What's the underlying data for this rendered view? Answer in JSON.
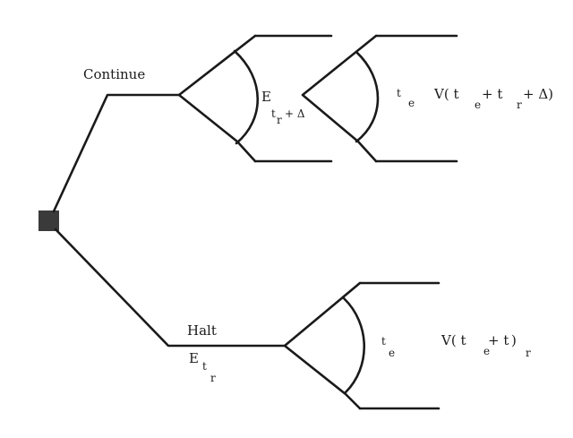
{
  "diagram": {
    "colors": {
      "ink": "#1a1a1a",
      "decision_node_fill": "#3a3a3a",
      "background": "#ffffff"
    },
    "icons": {
      "decision_node": "filled-square",
      "chance_node": "open-triangle-with-arc"
    },
    "labels": {
      "continue": "Continue",
      "halt": "Halt",
      "expectation_top_main": "E",
      "expectation_top_sub": "t",
      "expectation_top_sub2": "r",
      "expectation_top_sub3": "+ Δ",
      "te_top_main": "t",
      "te_top_sub": "e",
      "value_top_main": "V( t",
      "value_top_e": "e",
      "value_top_plus_t": "+ t",
      "value_top_r": "r",
      "value_top_tail": "+ Δ)",
      "expectation_bottom_main": "E",
      "expectation_bottom_sub": "t",
      "expectation_bottom_sub2": "r",
      "te_bottom_main": "t",
      "te_bottom_sub": "e",
      "value_bottom_main": "V( t",
      "value_bottom_e": "e",
      "value_bottom_plus_t": "+ t",
      "value_bottom_tail": ")",
      "value_bottom_r": "r"
    }
  }
}
